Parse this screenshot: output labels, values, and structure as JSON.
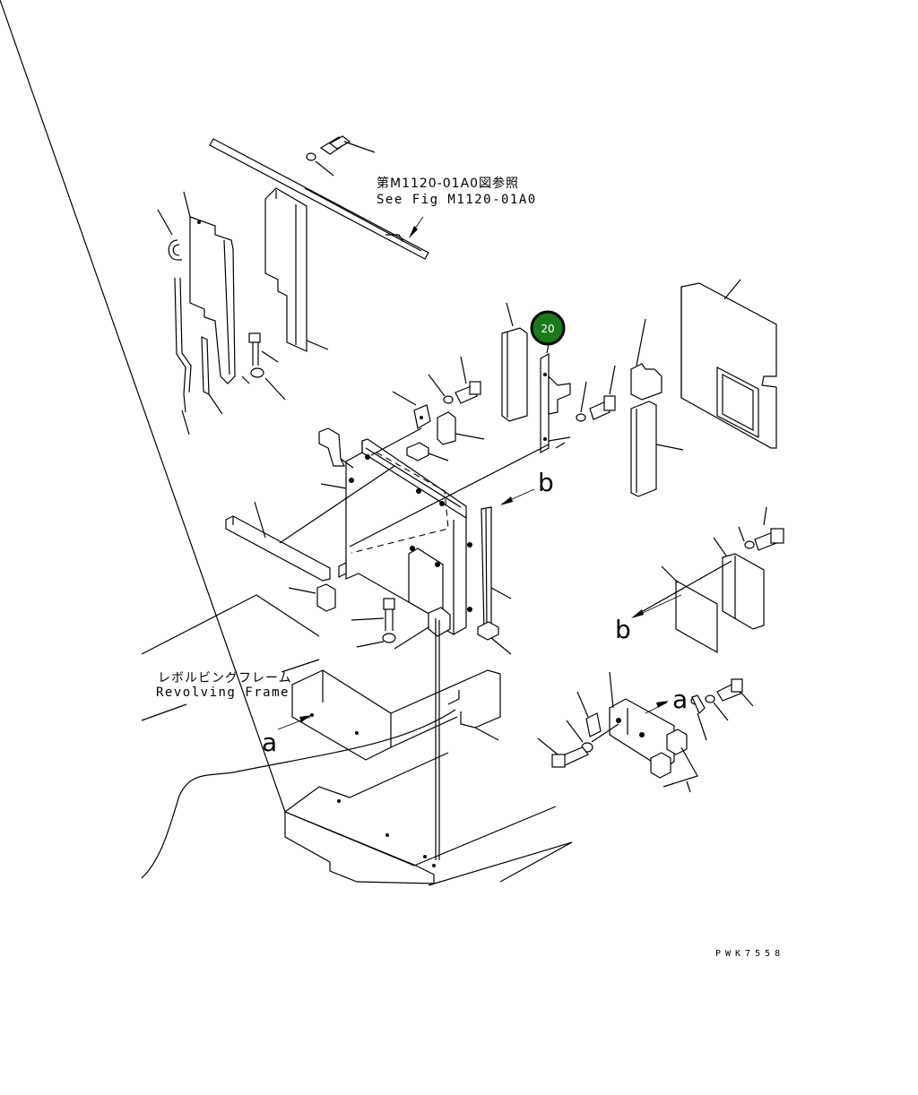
{
  "diagram": {
    "reference_note": {
      "japanese": "第M1120-01A0図参照",
      "english": "See Fig M1120-01A0"
    },
    "frame_label": {
      "japanese": "レボルビングフレーム",
      "english": "Revolving Frame"
    },
    "view_markers": {
      "a_left": "a",
      "a_right": "a",
      "b_top": "b",
      "b_right": "b"
    },
    "callout": {
      "number": "20",
      "color": "#1a7a1a"
    },
    "drawing_code": "PWK7558"
  }
}
